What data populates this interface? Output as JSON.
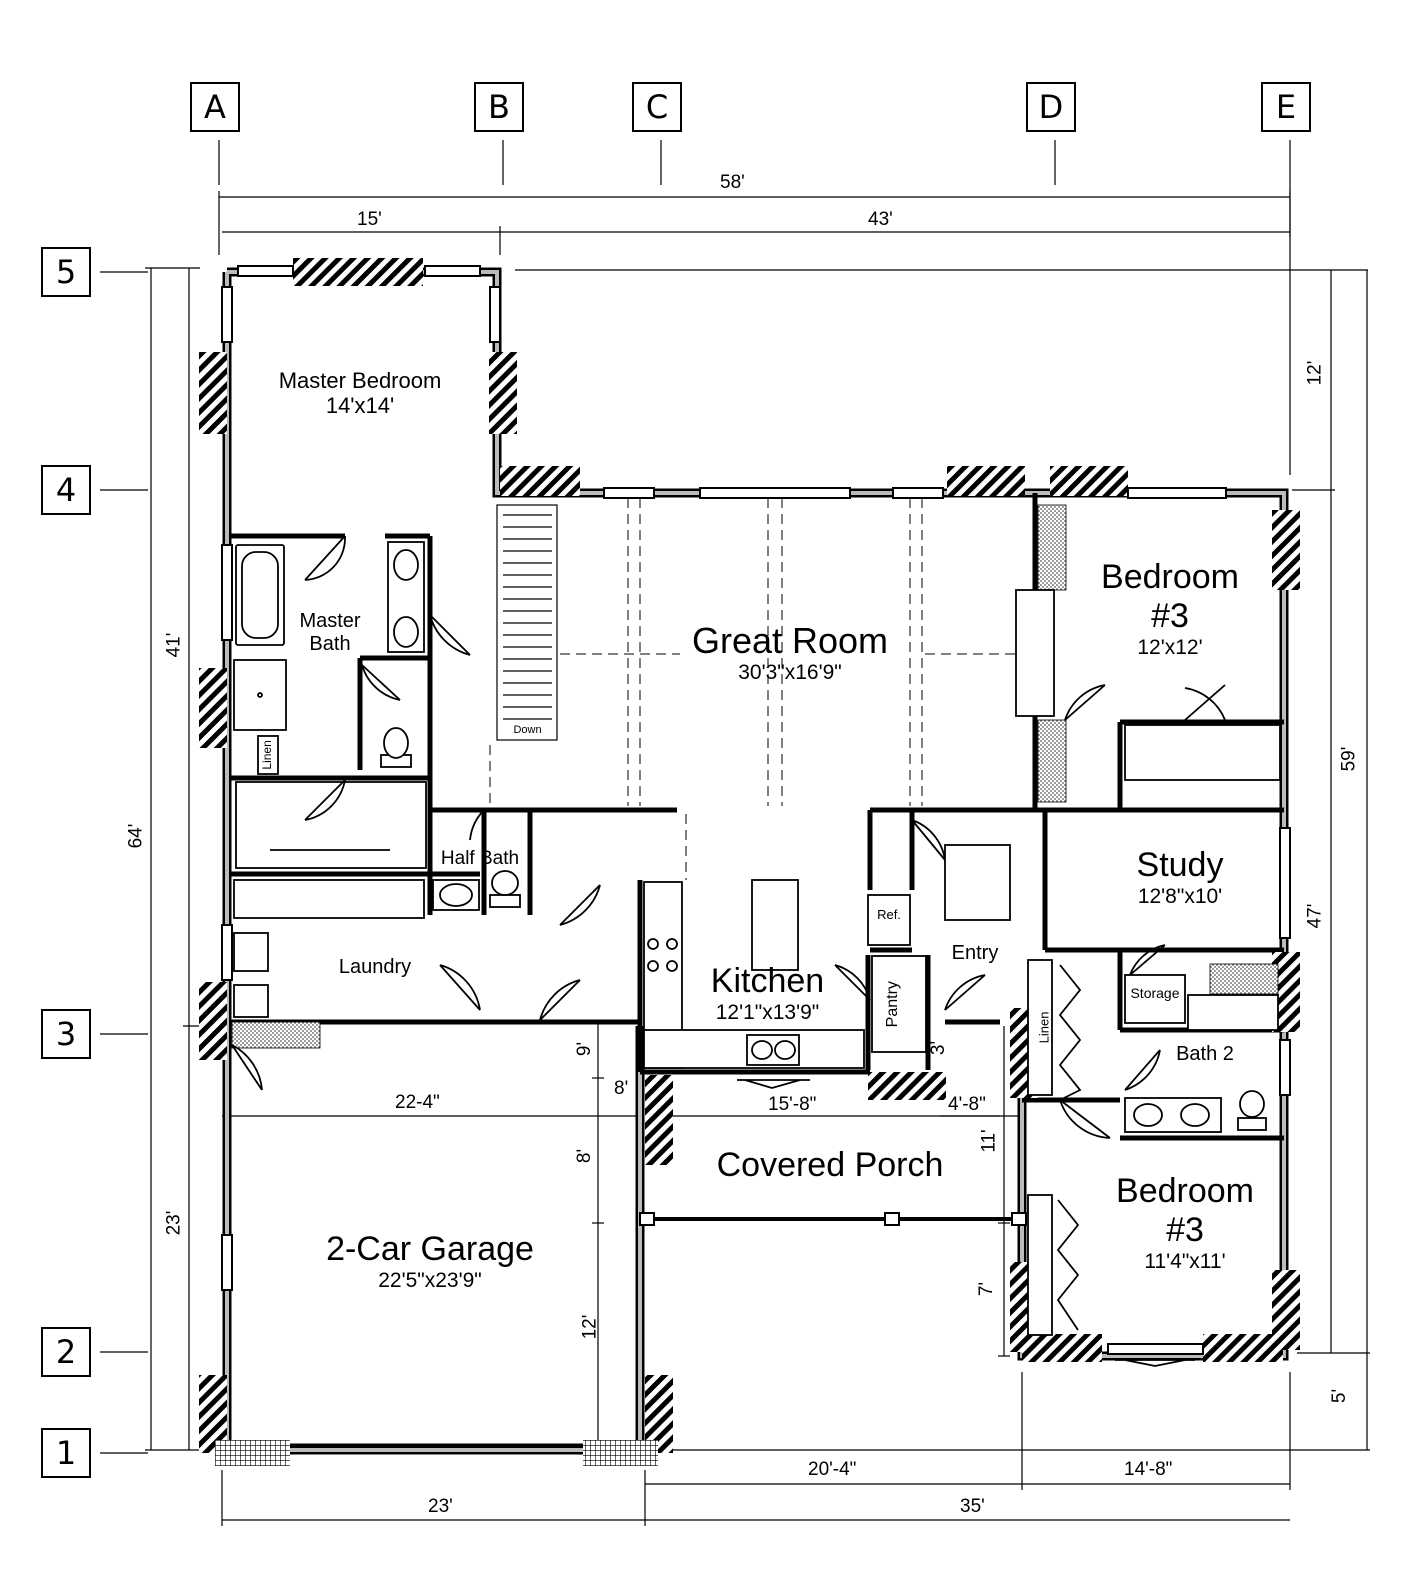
{
  "grid": {
    "columns": [
      "A",
      "B",
      "C",
      "D",
      "E"
    ],
    "rows": [
      "5",
      "4",
      "3",
      "2",
      "1"
    ]
  },
  "rooms": {
    "master_bedroom": {
      "name": "Master Bedroom",
      "size": "14'x14'"
    },
    "master_bath": {
      "name_line1": "Master",
      "name_line2": "Bath"
    },
    "linen_master": "Linen",
    "half_bath": "Half Bath",
    "laundry": "Laundry",
    "stairs_down": "Down",
    "great_room": {
      "name": "Great Room",
      "size": "30'3\"x16'9\""
    },
    "bedroom_upper": {
      "name_line1": "Bedroom",
      "name_line2": "#3",
      "size": "12'x12'"
    },
    "study": {
      "name": "Study",
      "size": "12'8\"x10'"
    },
    "storage": "Storage",
    "bath2": "Bath 2",
    "linen_hall": "Linen",
    "kitchen": {
      "name": "Kitchen",
      "size": "12'1\"x13'9\""
    },
    "ref": "Ref.",
    "pantry": "Pantry",
    "entry": "Entry",
    "covered_porch": "Covered Porch",
    "garage": {
      "name": "2-Car Garage",
      "size": "22'5\"x23'9\""
    },
    "bedroom_lower": {
      "name_line1": "Bedroom",
      "name_line2": "#3",
      "size": "11'4\"x11'"
    }
  },
  "dimensions": {
    "top_total": "58'",
    "top_left": "15'",
    "top_right": "43'",
    "left_total": "64'",
    "left_upper": "41'",
    "left_lower": "23'",
    "right_top": "12'",
    "right_mid": "59'",
    "right_inner": "47'",
    "right_bottom": "5'",
    "bottom_total_left": "23'",
    "bottom_total_right": "35'",
    "bottom_porch": "20'-4\"",
    "bottom_bed": "14'-8\"",
    "garage_width": "22-4\"",
    "porch_width": "15'-8\"",
    "entry_width": "4'-8\"",
    "dim_9": "9'",
    "dim_8a": "8'",
    "dim_8b": "8'",
    "dim_12": "12'",
    "dim_3": "3'",
    "dim_11": "11'",
    "dim_7": "7'"
  }
}
